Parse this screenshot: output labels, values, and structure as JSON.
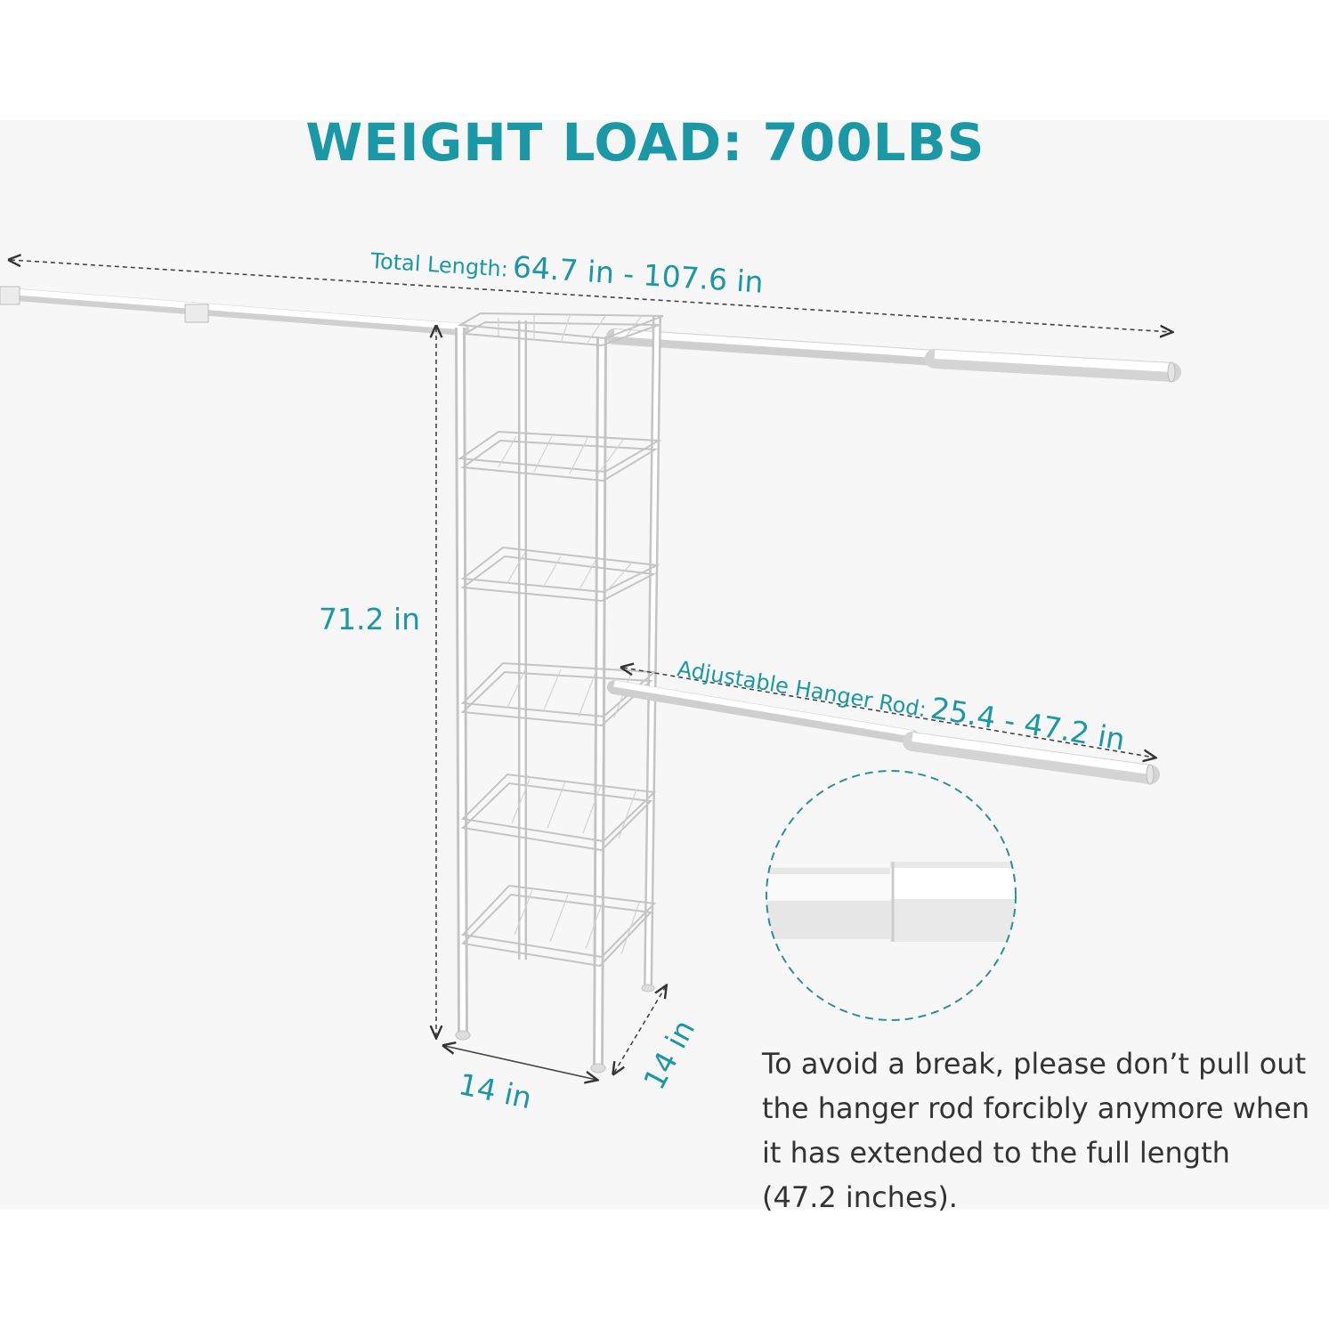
{
  "title": "WEIGHT LOAD: 700LBS",
  "total_length": {
    "label": "Total Length:",
    "value": "64.7 in - 107.6 in"
  },
  "height": "71.2 in",
  "width": "14 in",
  "depth": "14 in",
  "hanger_rod": {
    "label": "Adjustable Hanger Rod:",
    "value": "25.4 - 47.2 in"
  },
  "note_lines": [
    "To avoid a break, please don’t pull out",
    "the hanger rod forcibly anymore when",
    "it has extended to the full length",
    "(47.2 inches)."
  ],
  "colors": {
    "accent": "#1a98a6",
    "text": "#333333",
    "background": "#f7f7f7"
  }
}
